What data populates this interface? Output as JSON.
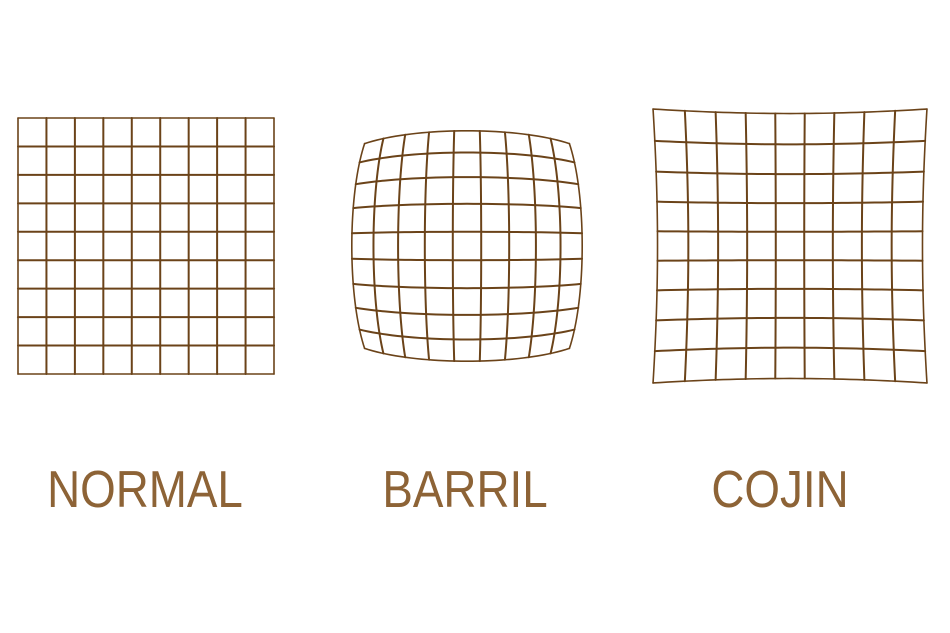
{
  "colors": {
    "grid": "#6b4319",
    "label": "#8d6336",
    "background": "#ffffff"
  },
  "diagrams": [
    {
      "id": "normal",
      "label": "NORMAL",
      "distortion": "none",
      "divisions": 9
    },
    {
      "id": "barrel",
      "label": "BARRIL",
      "distortion": "barrel",
      "divisions": 9
    },
    {
      "id": "pincushion",
      "label": "COJIN",
      "distortion": "pincushion",
      "divisions": 9
    }
  ]
}
